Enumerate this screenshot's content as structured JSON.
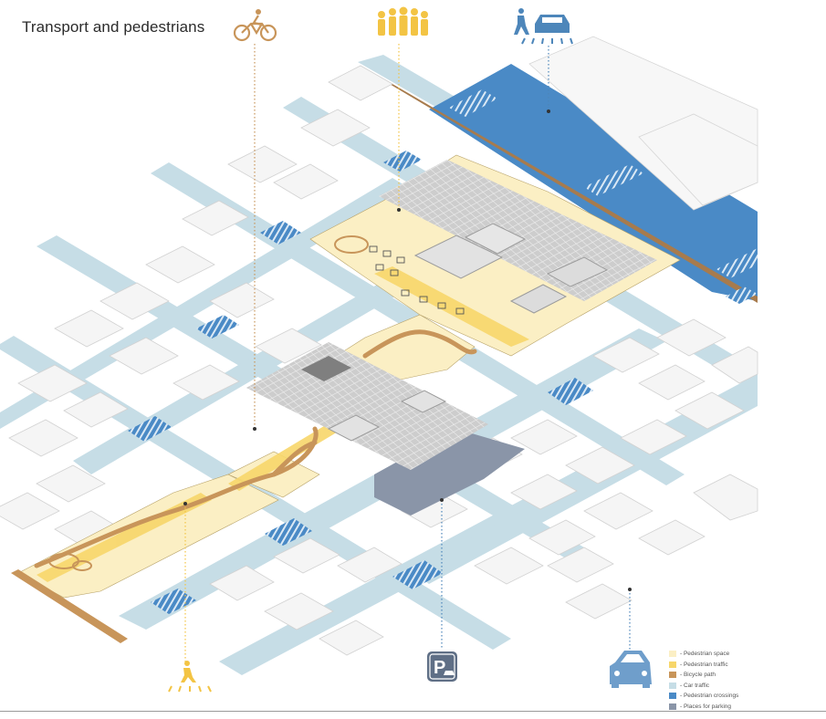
{
  "title": "Transport and pedestrians",
  "colors": {
    "pedestrian_space": "#fbefc4",
    "pedestrian_traffic": "#f7d66a",
    "bicycle_path": "#c8955a",
    "car_traffic": "#c6dde6",
    "pedestrian_crossings": "#4a8ac6",
    "parking": "#8a95a8",
    "building": "#f4f4f4",
    "building_edge": "#cfcfcf",
    "complex": "#b8b8b8",
    "icon_bicycle": "#c8955a",
    "icon_crowd": "#f3c444",
    "icon_blue": "#4d86ba"
  },
  "icons": {
    "top": [
      "bicycle-icon",
      "pedestrian-crowd-icon",
      "pedestrian-and-car-icon"
    ],
    "bottom": [
      "pedestrian-crossing-icon",
      "parking-icon",
      "car-icon"
    ]
  },
  "legend": [
    {
      "label": "- Pedestrian space",
      "color_key": "pedestrian_space"
    },
    {
      "label": "- Pedestrian traffic",
      "color_key": "pedestrian_traffic"
    },
    {
      "label": "- Bicycle path",
      "color_key": "bicycle_path"
    },
    {
      "label": "- Car traffic",
      "color_key": "car_traffic"
    },
    {
      "label": "- Pedestrian crossings",
      "color_key": "pedestrian_crossings"
    },
    {
      "label": "- Places for parking",
      "color_key": "parking"
    }
  ]
}
